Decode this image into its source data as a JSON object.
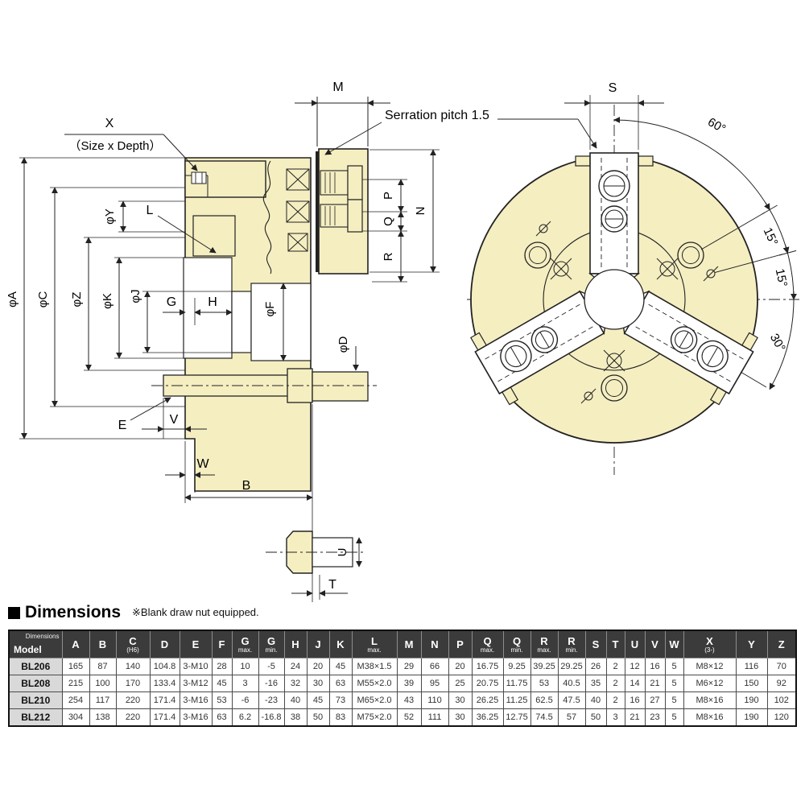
{
  "title": {
    "heading": "Dimensions",
    "note": "※Blank draw nut equipped."
  },
  "drawing": {
    "labels": {
      "x": "X",
      "x_sub": "（Size x Depth）",
      "m": "M",
      "serration": "Serration pitch  1.5",
      "phiA": "φA",
      "phiC": "φC",
      "phiY": "φY",
      "phiZ": "φZ",
      "phiK": "φK",
      "phiJ": "φJ",
      "l": "L",
      "g": "G",
      "h": "H",
      "phiF": "φF",
      "phiD": "φD",
      "e": "E",
      "v": "V",
      "w": "W",
      "b": "B",
      "n": "N",
      "p": "P",
      "q": "Q",
      "r": "R",
      "u": "U",
      "t": "T",
      "s": "S",
      "a60": "60°",
      "a15a": "15°",
      "a15b": "15°",
      "a30": "30°"
    }
  },
  "table": {
    "corner_top": "Dimensions",
    "corner_bottom": "Model",
    "columns": [
      {
        "label": "A",
        "sub": ""
      },
      {
        "label": "B",
        "sub": ""
      },
      {
        "label": "C",
        "sub": "(H6)"
      },
      {
        "label": "D",
        "sub": ""
      },
      {
        "label": "E",
        "sub": ""
      },
      {
        "label": "F",
        "sub": ""
      },
      {
        "label": "G",
        "sub": "max."
      },
      {
        "label": "G",
        "sub": "min."
      },
      {
        "label": "H",
        "sub": ""
      },
      {
        "label": "J",
        "sub": ""
      },
      {
        "label": "K",
        "sub": ""
      },
      {
        "label": "L",
        "sub": "max."
      },
      {
        "label": "M",
        "sub": ""
      },
      {
        "label": "N",
        "sub": ""
      },
      {
        "label": "P",
        "sub": ""
      },
      {
        "label": "Q",
        "sub": "max."
      },
      {
        "label": "Q",
        "sub": "min."
      },
      {
        "label": "R",
        "sub": "max."
      },
      {
        "label": "R",
        "sub": "min."
      },
      {
        "label": "S",
        "sub": ""
      },
      {
        "label": "T",
        "sub": ""
      },
      {
        "label": "U",
        "sub": ""
      },
      {
        "label": "V",
        "sub": ""
      },
      {
        "label": "W",
        "sub": ""
      },
      {
        "label": "X",
        "sub": "(3-)"
      },
      {
        "label": "Y",
        "sub": ""
      },
      {
        "label": "Z",
        "sub": ""
      }
    ],
    "rows": [
      {
        "model": "BL206",
        "values": [
          "165",
          "87",
          "140",
          "104.8",
          "3-M10",
          "28",
          "10",
          "-5",
          "24",
          "20",
          "45",
          "M38×1.5",
          "29",
          "66",
          "20",
          "16.75",
          "9.25",
          "39.25",
          "29.25",
          "26",
          "2",
          "12",
          "16",
          "5",
          "M8×12",
          "116",
          "70"
        ]
      },
      {
        "model": "BL208",
        "values": [
          "215",
          "100",
          "170",
          "133.4",
          "3-M12",
          "45",
          "3",
          "-16",
          "32",
          "30",
          "63",
          "M55×2.0",
          "39",
          "95",
          "25",
          "20.75",
          "11.75",
          "53",
          "40.5",
          "35",
          "2",
          "14",
          "21",
          "5",
          "M6×12",
          "150",
          "92"
        ]
      },
      {
        "model": "BL210",
        "values": [
          "254",
          "117",
          "220",
          "171.4",
          "3-M16",
          "53",
          "-6",
          "-23",
          "40",
          "45",
          "73",
          "M65×2.0",
          "43",
          "110",
          "30",
          "26.25",
          "11.25",
          "62.5",
          "47.5",
          "40",
          "2",
          "16",
          "27",
          "5",
          "M8×16",
          "190",
          "102"
        ]
      },
      {
        "model": "BL212",
        "values": [
          "304",
          "138",
          "220",
          "171.4",
          "3-M16",
          "63",
          "6.2",
          "-16.8",
          "38",
          "50",
          "83",
          "M75×2.0",
          "52",
          "111",
          "30",
          "36.25",
          "12.75",
          "74.5",
          "57",
          "50",
          "3",
          "21",
          "23",
          "5",
          "M8×16",
          "190",
          "120"
        ]
      }
    ]
  }
}
